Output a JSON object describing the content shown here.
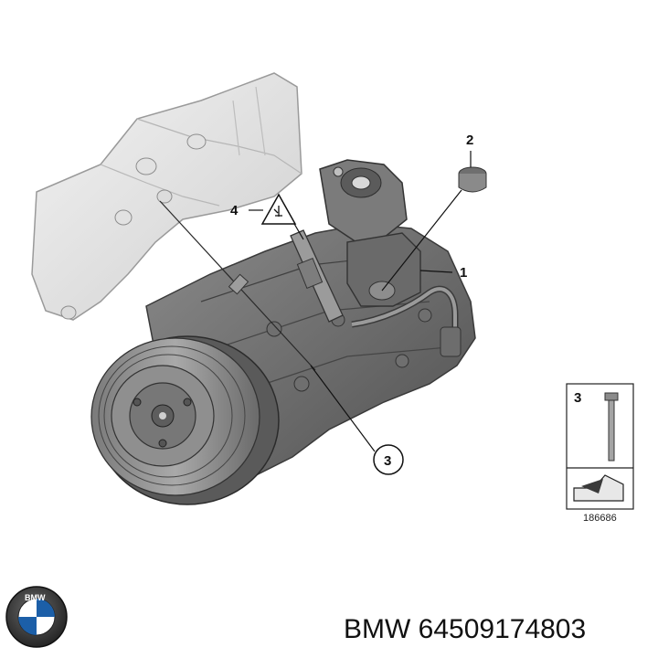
{
  "callouts": {
    "part_1": "1",
    "part_2": "2",
    "part_3": "3",
    "part_4": "4"
  },
  "inset": {
    "part_number": "3"
  },
  "drawing_number": "186686",
  "logo": {
    "brand_letters": "BMW"
  },
  "footer": {
    "part_text": "BMW 64509174803"
  }
}
